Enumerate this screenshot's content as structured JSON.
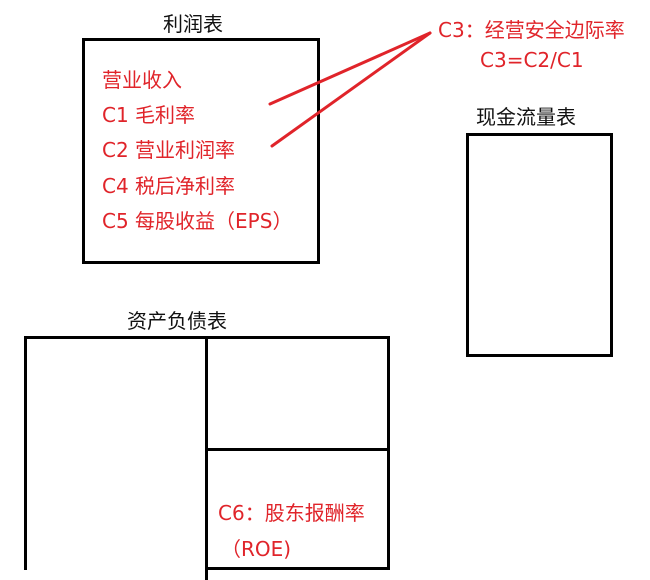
{
  "income_statement": {
    "title": "利润表",
    "items": [
      "营业收入",
      "C1 毛利率",
      "C2 营业利润率",
      "C4 税后净利率",
      "C5 每股收益（EPS）"
    ]
  },
  "annotation": {
    "line1": "C3：经营安全边际率",
    "line2": "C3=C2/C1"
  },
  "cash_flow": {
    "title": "现金流量表"
  },
  "balance_sheet": {
    "title": "资产负债表",
    "roe_line1": "C6：股东报酬率",
    "roe_line2": "（ROE)"
  },
  "colors": {
    "accent_red": "#e0242a",
    "outline": "#000000"
  }
}
